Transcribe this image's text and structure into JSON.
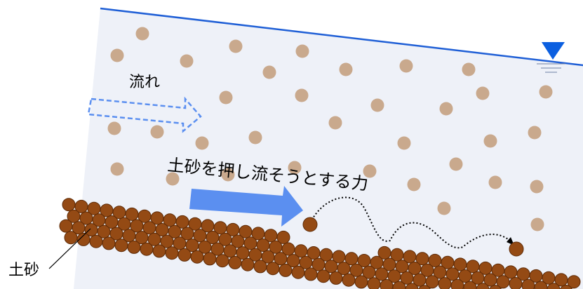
{
  "labels": {
    "flow": "流れ",
    "force": "土砂を押し流そうとする力",
    "sediment": "土砂"
  },
  "colors": {
    "water": "#eef1f8",
    "water_surface": "#1f5fd6",
    "water_level_marker": "#0b5fe0",
    "suspended_particle": "#c9a98d",
    "bed_particle": "#944a14",
    "bed_particle_outline": "#5e2b07",
    "flow_arrow_outline": "#5b8ff0",
    "force_arrow": "#5b8ff0",
    "trajectory": "#000000"
  },
  "icons": {
    "water_level": "water-level-triangle-icon"
  }
}
